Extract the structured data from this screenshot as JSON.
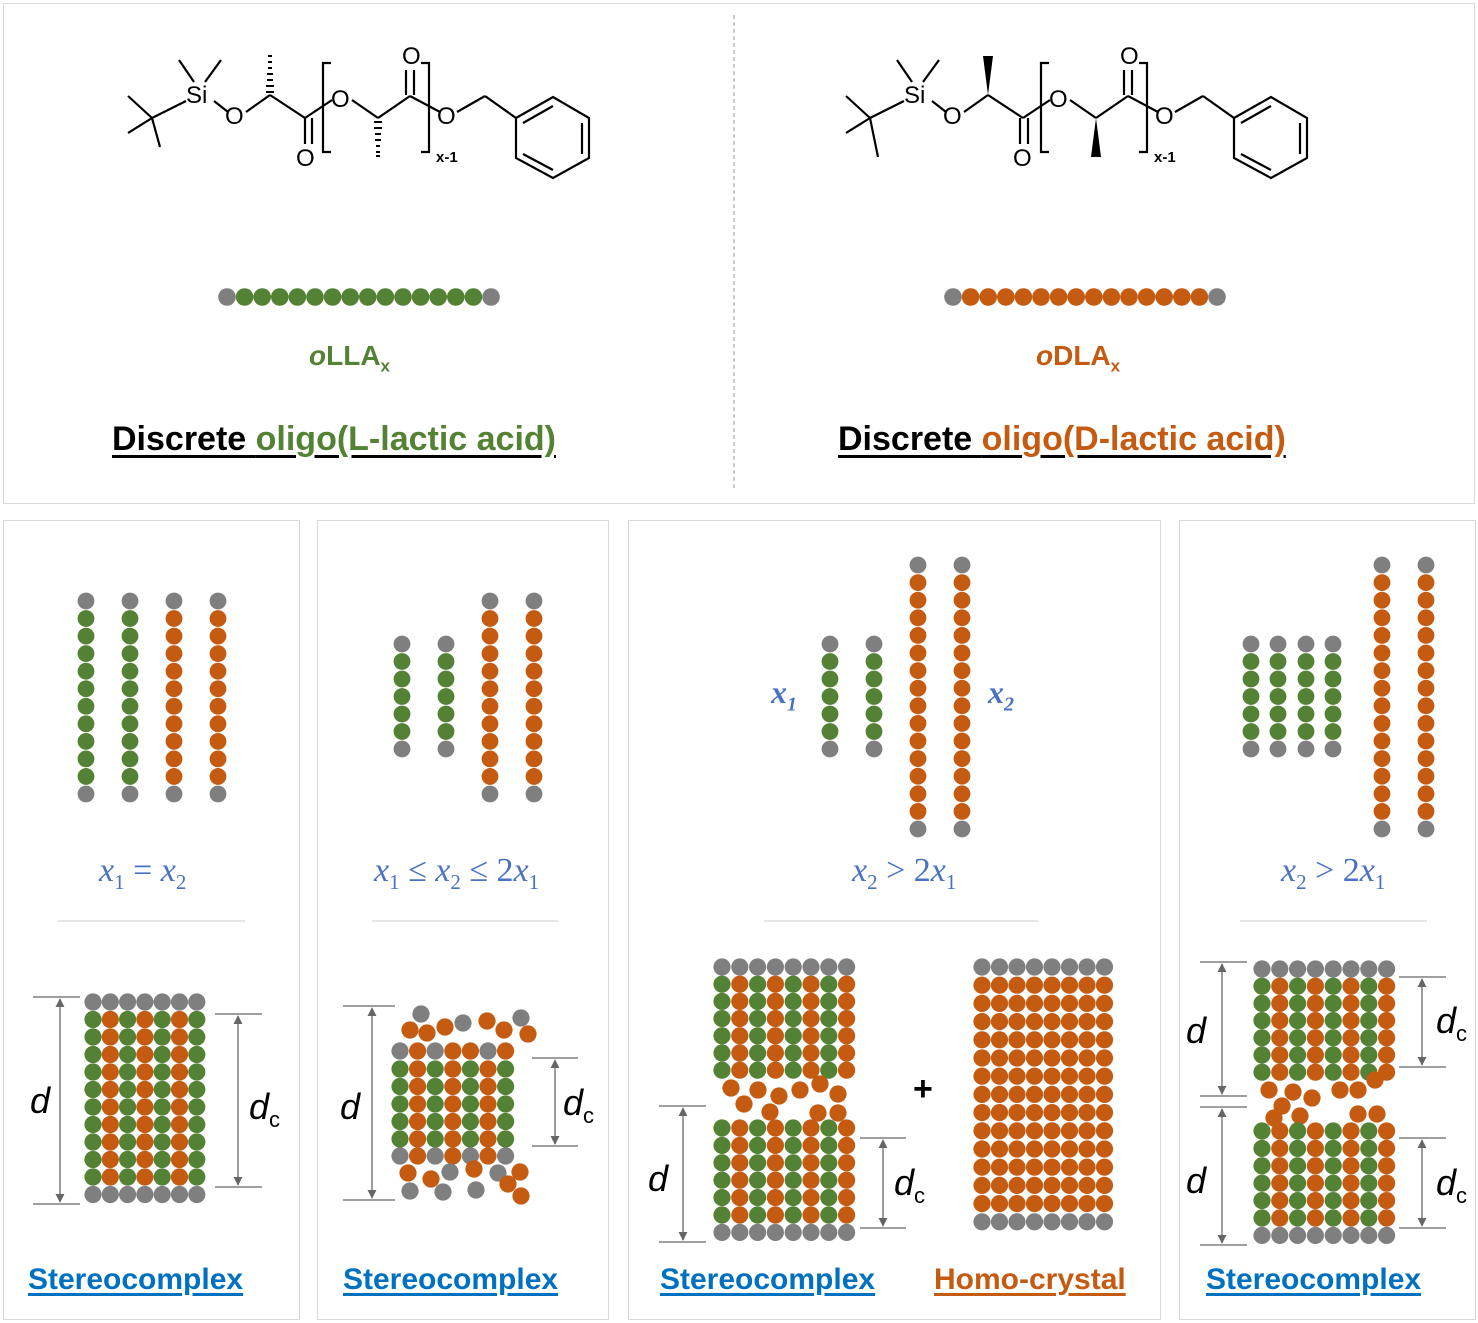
{
  "colors": {
    "green": "#548235",
    "orange": "#c55a11",
    "gray": "#7f7f7f",
    "blue_text": "#4a72c4",
    "link_blue": "#0070c0"
  },
  "top": {
    "left": {
      "chem": {
        "si": "Si",
        "o": "O",
        "sub": "x-1"
      },
      "oligo_prefix": "o",
      "oligo_name": "LLA",
      "oligo_sub": "x",
      "title_black": "Discrete ",
      "title_colored": "oligo(L-lactic acid)"
    },
    "right": {
      "chem": {
        "si": "Si",
        "o": "O",
        "sub": "x-1"
      },
      "oligo_prefix": "o",
      "oligo_name": "DLA",
      "oligo_sub": "x",
      "title_black": "Discrete ",
      "title_colored": "oligo(D-lactic acid)"
    }
  },
  "panels": [
    {
      "condition": {
        "a": "x",
        "a_sub": "1",
        "op": " = ",
        "b": "x",
        "b_sub": "2"
      },
      "label": "Stereocomplex",
      "d": "d",
      "dc": "d",
      "dc_sub": "c"
    },
    {
      "condition": {
        "a": "x",
        "a_sub": "1",
        "op": " ≤ ",
        "b": "x",
        "b_sub": "2",
        "op2": " ≤ 2",
        "c": "x",
        "c_sub": "1"
      },
      "label": "Stereocomplex",
      "d": "d",
      "dc": "d",
      "dc_sub": "c"
    },
    {
      "condition": {
        "a": "x",
        "a_sub": "2",
        "op": " > 2",
        "b": "x",
        "b_sub": "1"
      },
      "label": "Stereocomplex",
      "label2": "Homo-crystal",
      "x1": "x",
      "x1_sub": "1",
      "x2": "x",
      "x2_sub": "2",
      "plus": "+",
      "d": "d",
      "dc": "d",
      "dc_sub": "c"
    },
    {
      "condition": {
        "a": "x",
        "a_sub": "2",
        "op": " > 2",
        "b": "x",
        "b_sub": "1"
      },
      "label": "Stereocomplex",
      "d": "d",
      "dc": "d",
      "dc_sub": "c"
    }
  ]
}
